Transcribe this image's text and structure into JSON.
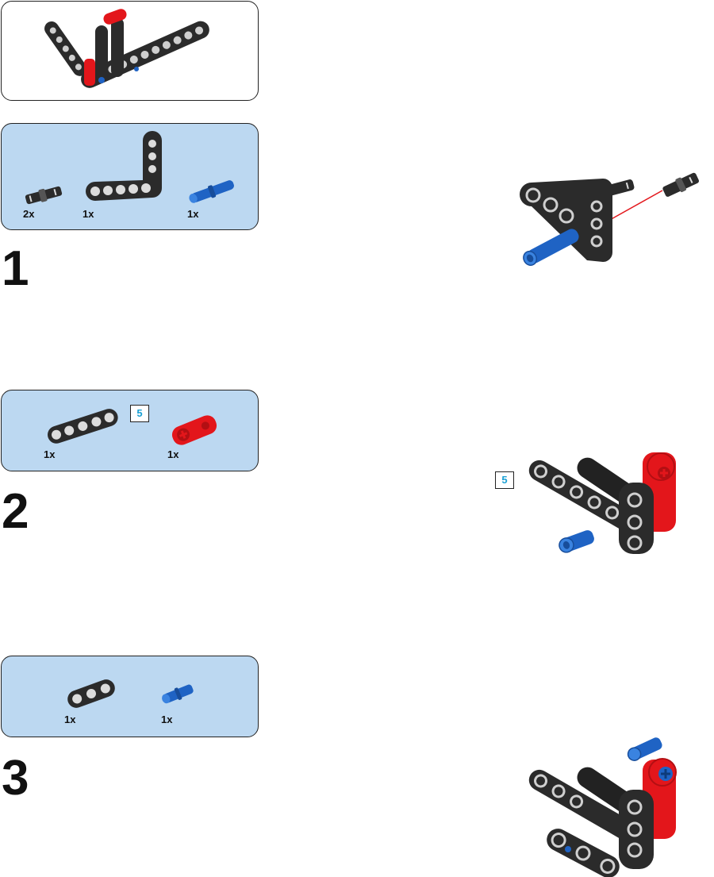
{
  "colors": {
    "parts_panel_bg": "#bcd8f1",
    "beam": "#2b2b2b",
    "pin_blue": "#1f63c4",
    "connector_red": "#e3161b",
    "badge_text": "#1aa0d4"
  },
  "steps": [
    {
      "number": "1",
      "parts": [
        {
          "qty": "2x",
          "icon": "black-friction-pin-icon"
        },
        {
          "qty": "1x",
          "icon": "l-beam-icon"
        },
        {
          "qty": "1x",
          "icon": "blue-long-pin-icon"
        }
      ]
    },
    {
      "number": "2",
      "length_badge": "5",
      "model_badge": "5",
      "parts": [
        {
          "qty": "1x",
          "icon": "straight-beam-5-icon"
        },
        {
          "qty": "1x",
          "icon": "red-cross-connector-icon"
        }
      ]
    },
    {
      "number": "3",
      "parts": [
        {
          "qty": "1x",
          "icon": "straight-beam-3-icon"
        },
        {
          "qty": "1x",
          "icon": "blue-pin-icon"
        }
      ]
    }
  ]
}
